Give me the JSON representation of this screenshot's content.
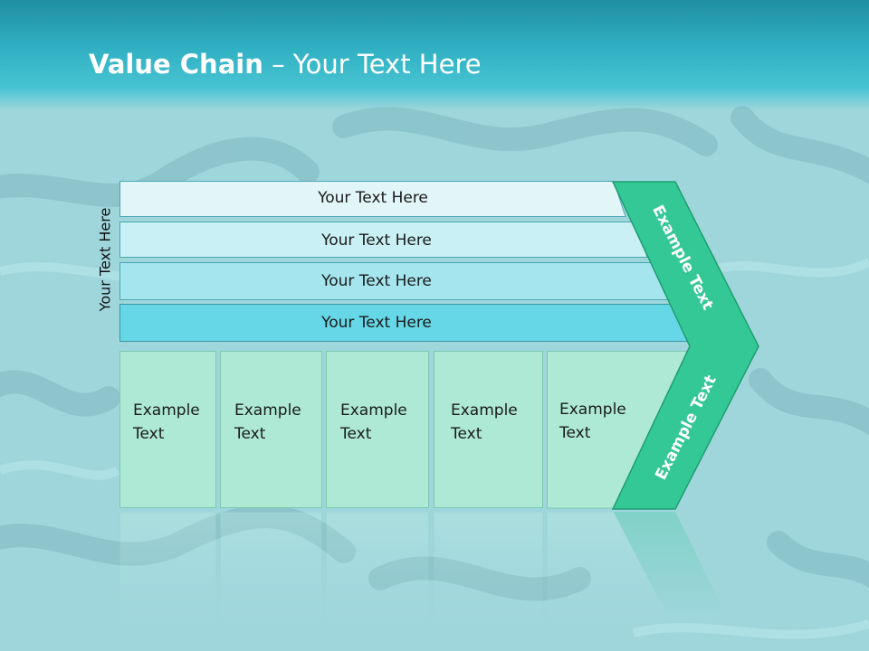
{
  "header": {
    "title_bold": "Value Chain",
    "title_rest": " – Your Text Here"
  },
  "side_label": "Your Text Here",
  "bars": [
    {
      "label": "Your Text Here",
      "color": "#e2f6f8"
    },
    {
      "label": "Your Text Here",
      "color": "#c9f0f4"
    },
    {
      "label": "Your Text Here",
      "color": "#a4e5ee"
    },
    {
      "label": "Your Text Here",
      "color": "#66d7e6"
    }
  ],
  "boxes": [
    {
      "line1": "Example",
      "line2": "Text"
    },
    {
      "line1": "Example",
      "line2": "Text"
    },
    {
      "line1": "Example",
      "line2": "Text"
    },
    {
      "line1": "Example",
      "line2": "Text"
    },
    {
      "line1": "Example",
      "line2": "Text"
    }
  ],
  "chevron": {
    "top_label": "Example Text",
    "bottom_label": "Example Text",
    "color": "#33c895"
  }
}
